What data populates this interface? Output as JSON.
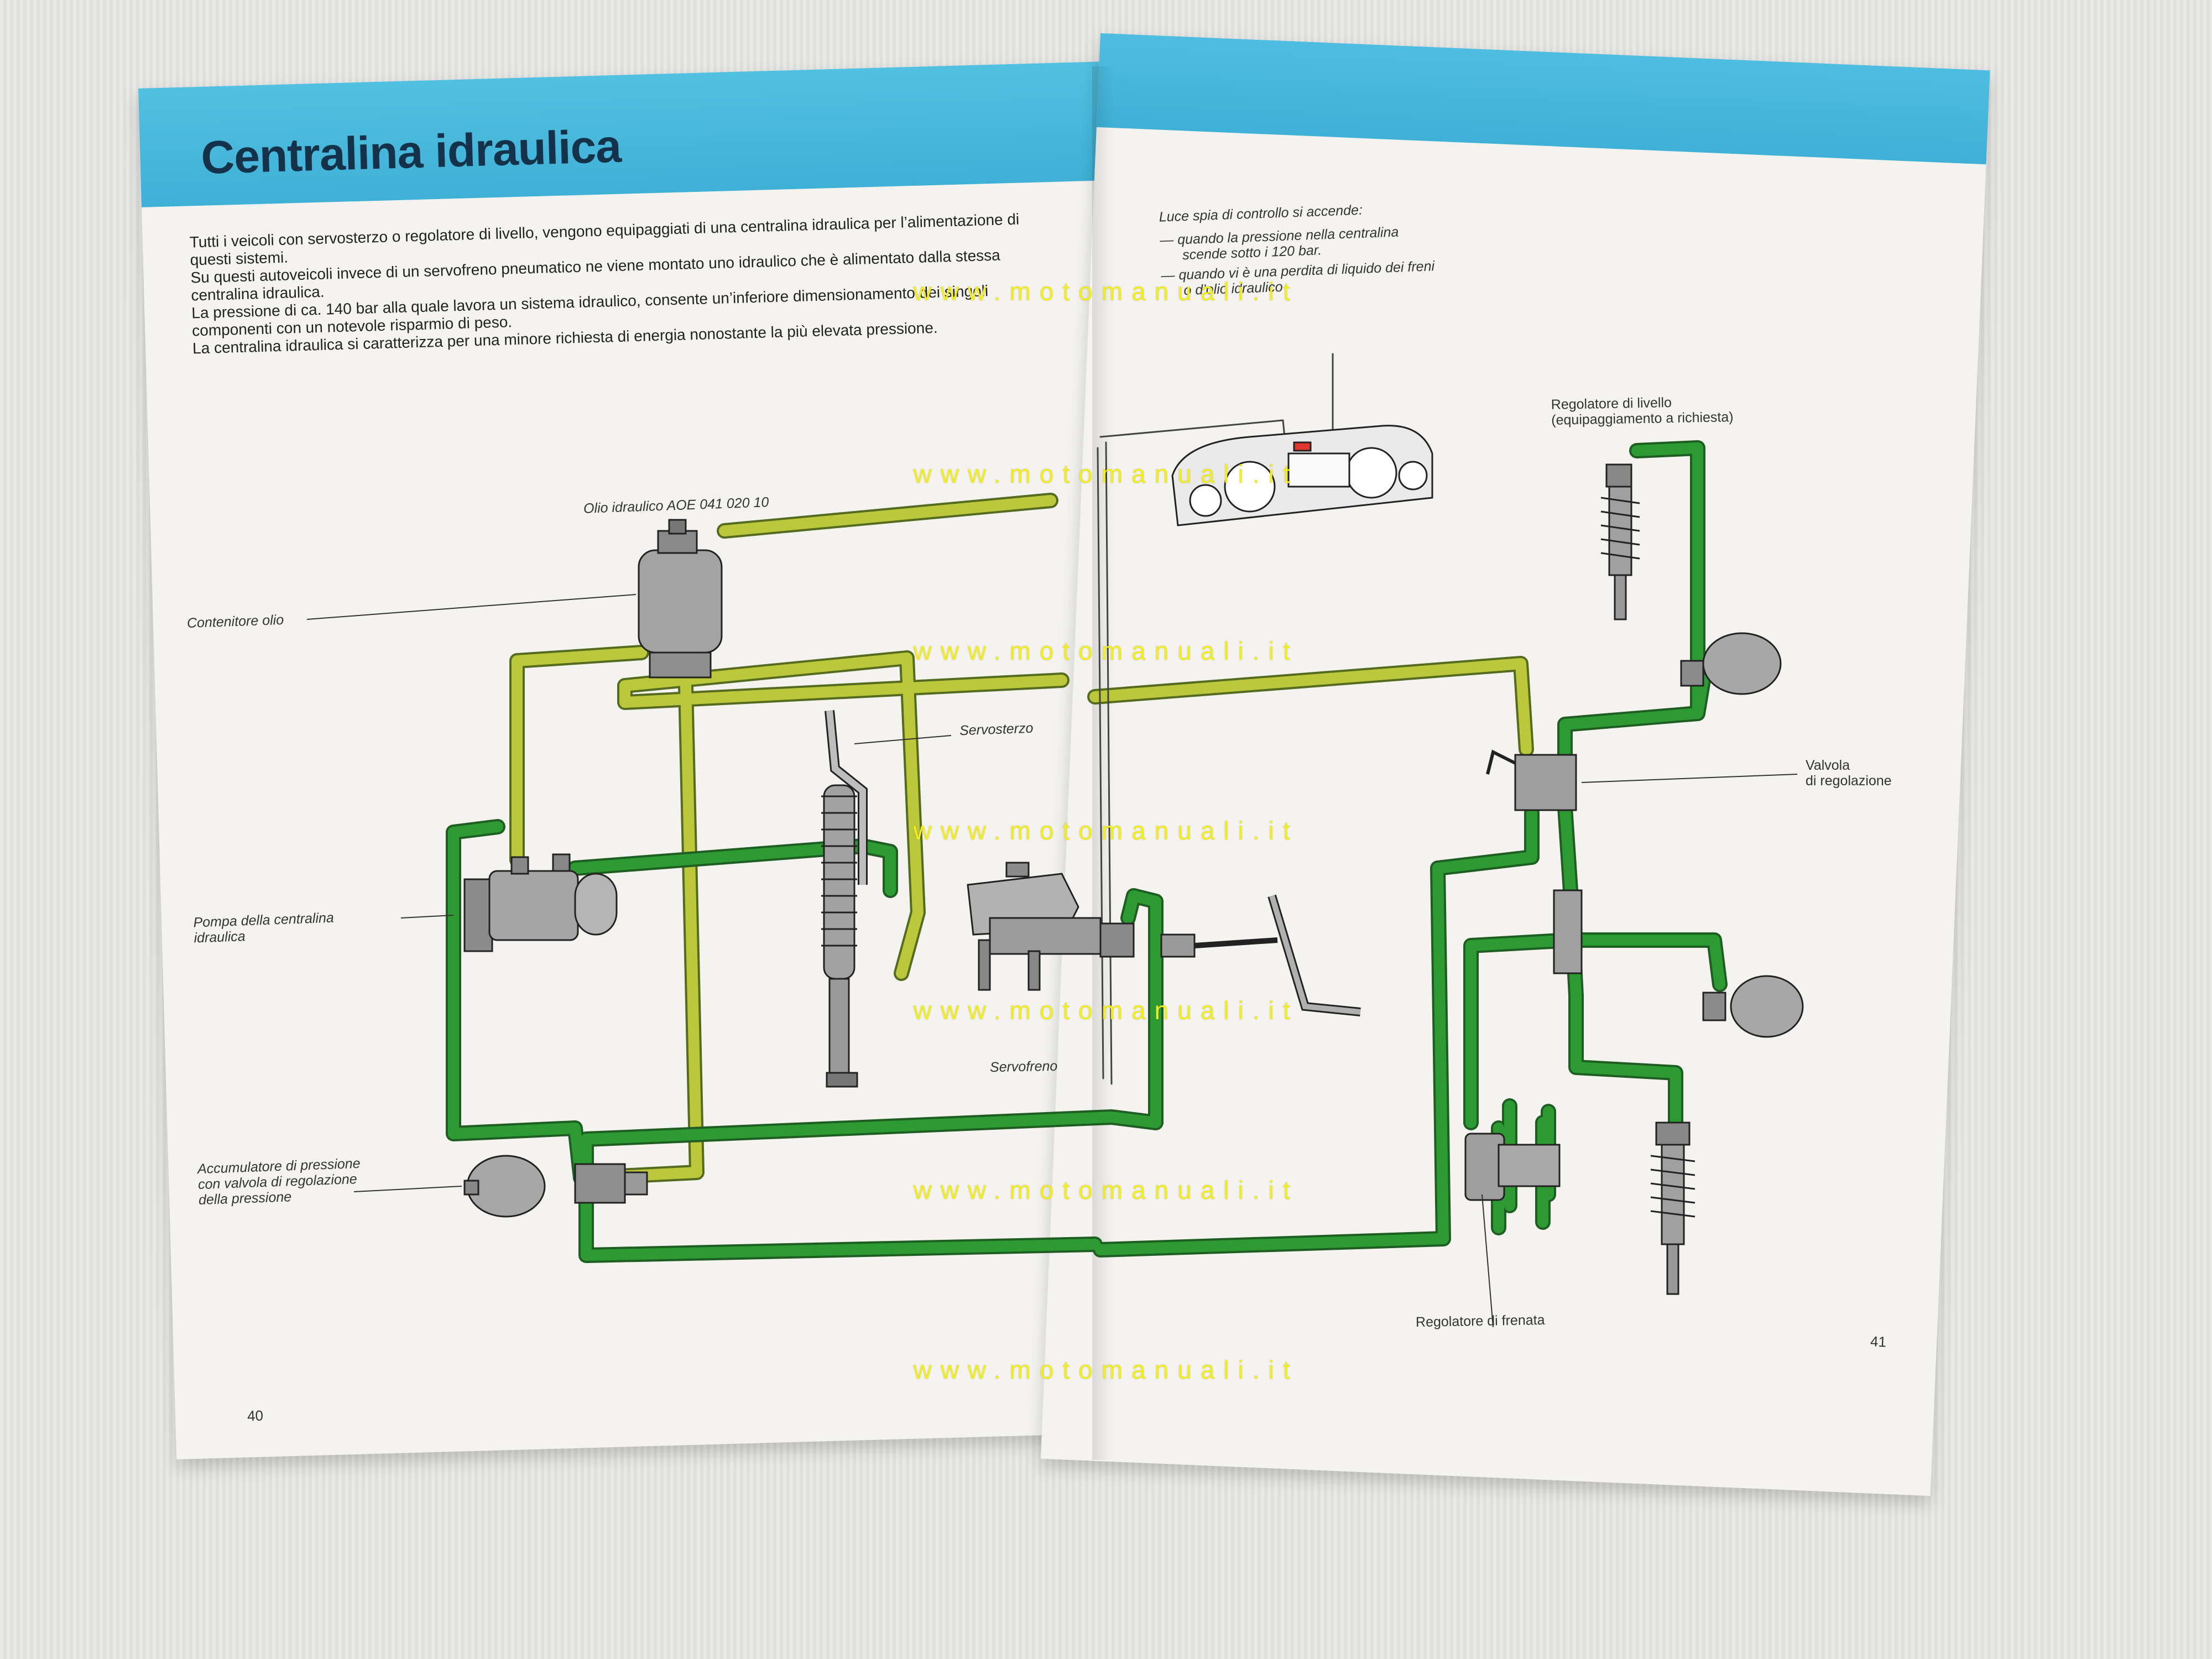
{
  "left_page": {
    "title": "Centralina idraulica",
    "intro": [
      "Tutti i veicoli con servosterzo o regolatore di livello, vengono equipaggiati di una centralina idraulica per l’alimentazione di questi sistemi.",
      "Su questi autoveicoli invece di un servofreno pneumatico ne viene montato uno idraulico che è alimentato dalla stessa centralina idraulica.",
      "La pressione di ca. 140 bar alla quale lavora un sistema idraulico, consente un’inferiore dimensionamento dei singoli componenti con un notevole risparmio di peso.",
      "La centralina idraulica si caratterizza per una minore richiesta di energia nonostante la più elevata pressione."
    ],
    "labels": {
      "olio_idraulico": "Olio idraulico AOE 041 020 10",
      "contenitore_olio": "Contenitore olio",
      "servosterzo": "Servosterzo",
      "pompa": [
        "Pompa della centralina",
        "idraulica"
      ],
      "accumulatore": [
        "Accumulatore di pressione",
        "con valvola di regolazione",
        "della pressione"
      ],
      "servofreno": "Servofreno"
    },
    "page_number": "40"
  },
  "right_page": {
    "warning_title": "Luce spia di controllo si accende:",
    "warning_items": [
      [
        "— quando la pressione nella centralina",
        "scende sotto i 120 bar."
      ],
      [
        "— quando vi è una perdita di liquido dei freni",
        "o d’olio idraulico"
      ]
    ],
    "labels": {
      "regolatore_livello": [
        "Regolatore di livello",
        "(equipaggiamento a richiesta)"
      ],
      "valvola": [
        "Valvola",
        "di regolazione"
      ],
      "regolatore_frenata": "Regolatore di frenata"
    },
    "page_number": "41"
  },
  "watermark": "www.motomanuali.it",
  "colors": {
    "header_blue": "#45b6dc",
    "line_green": "#2e9a33",
    "line_yellowgreen": "#b9c73a",
    "component_grey": "#9a9a9a",
    "watermark_yellow": "#f2ee1e",
    "title_navy": "#14324a"
  }
}
